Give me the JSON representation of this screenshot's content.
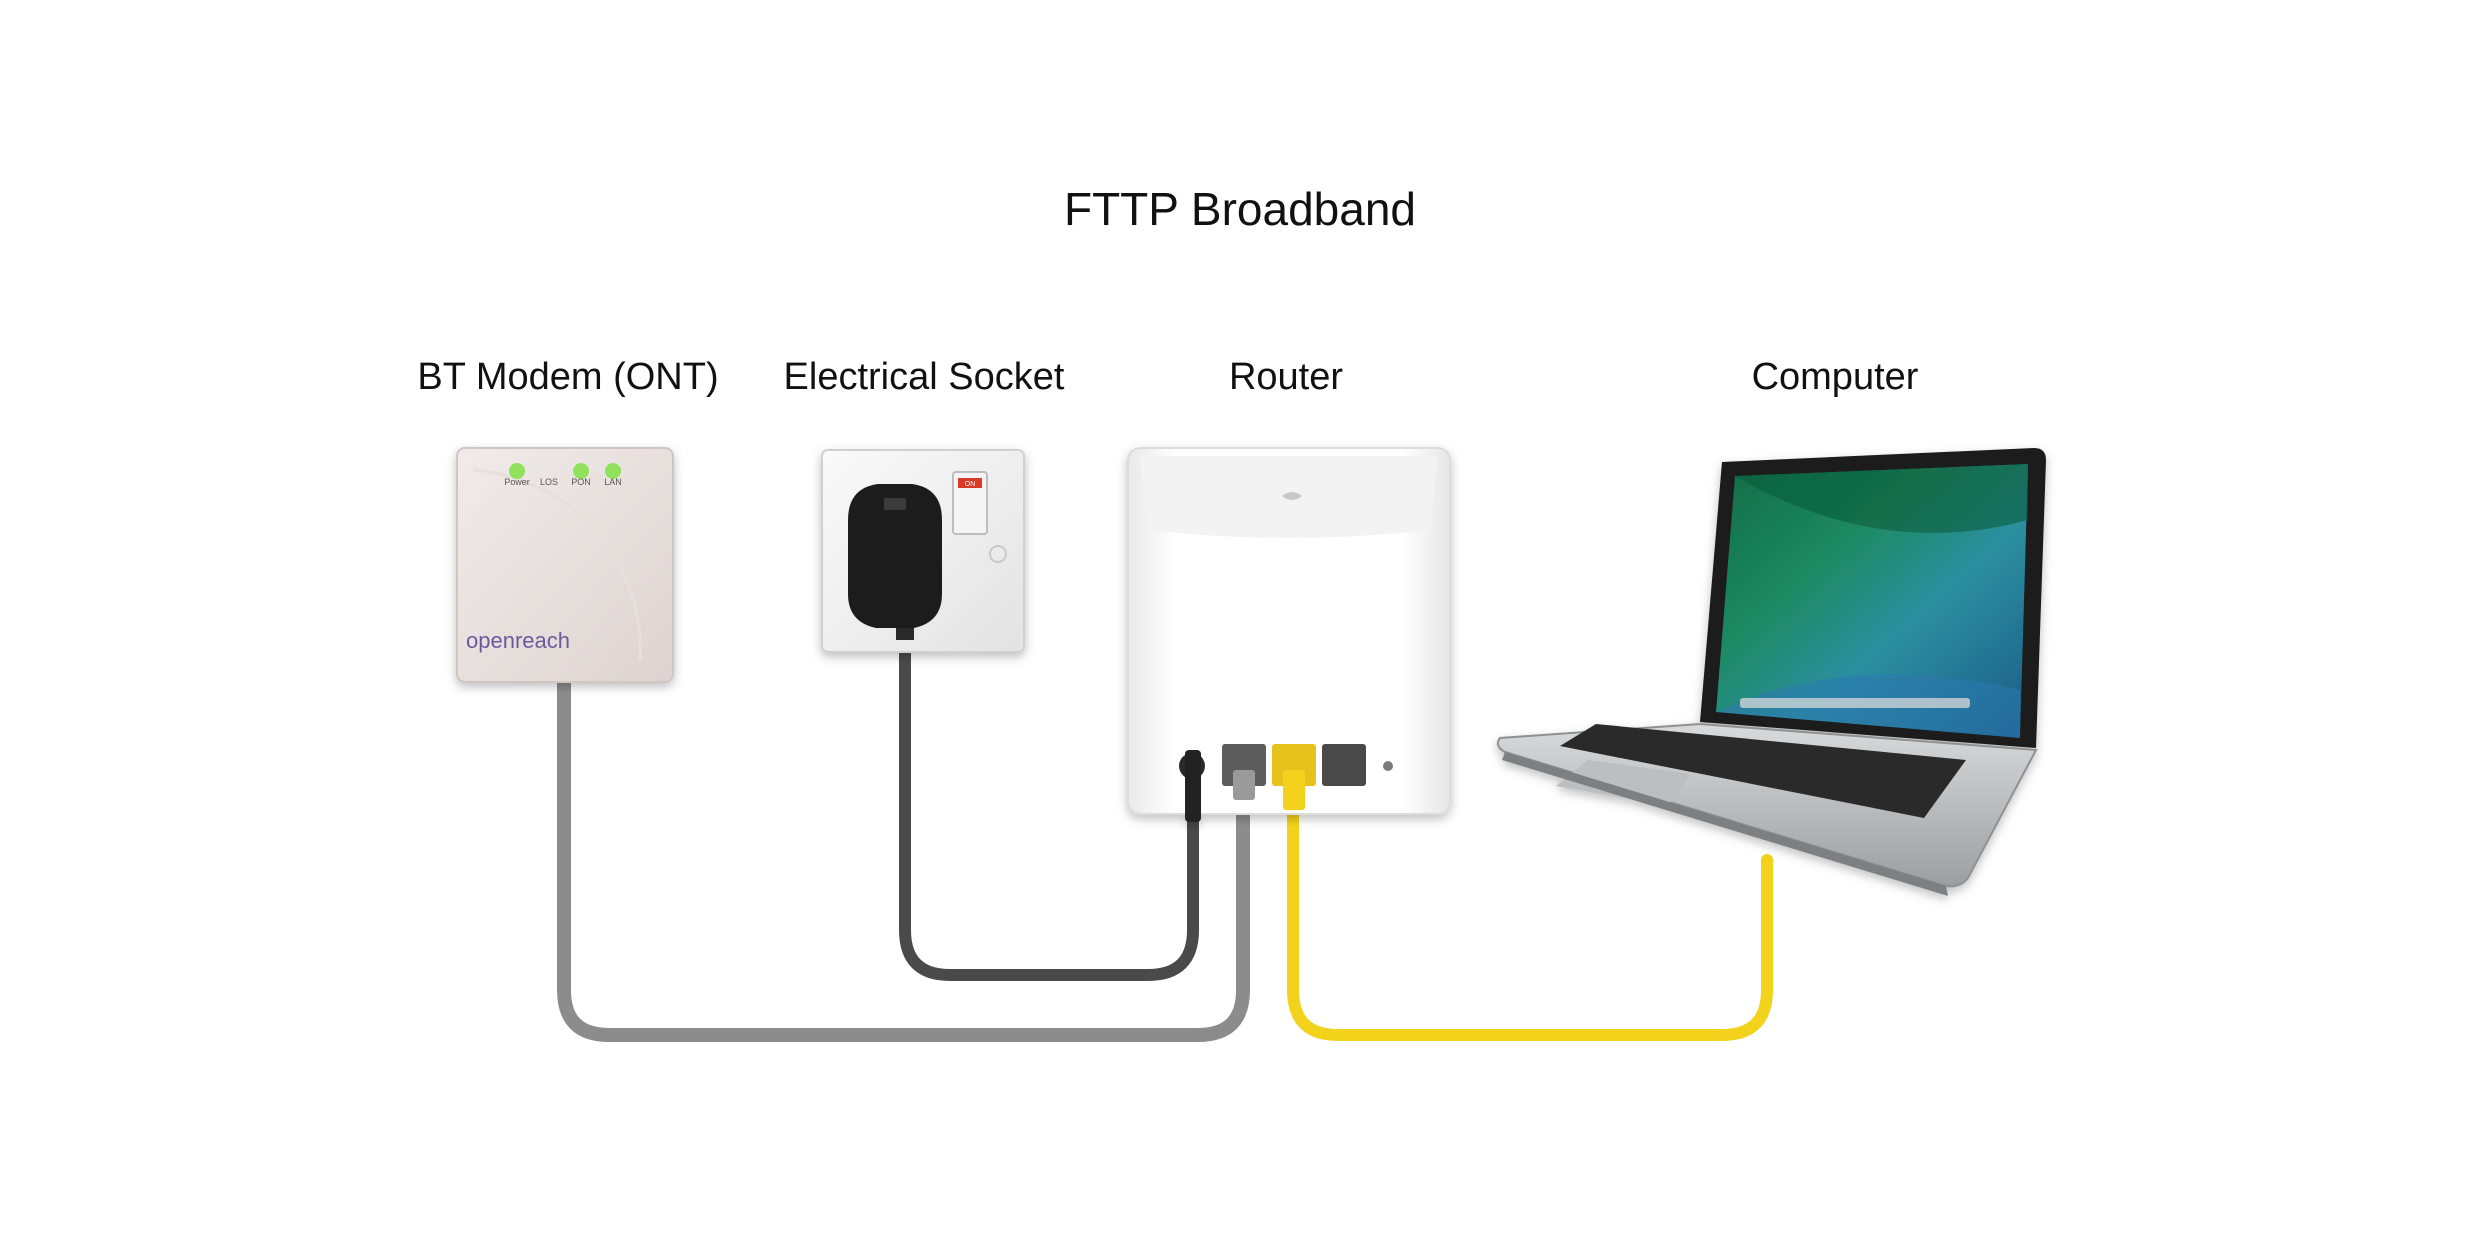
{
  "diagram": {
    "title": "FTTP Broadband",
    "labels": {
      "modem": "BT Modem (ONT)",
      "socket": "Electrical Socket",
      "router": "Router",
      "computer": "Computer"
    },
    "modem": {
      "brand": "openreach",
      "leds": [
        "Power",
        "LOS",
        "PON",
        "LAN"
      ],
      "led_color": "#8fe35a"
    },
    "socket": {
      "switch_text": "ON"
    },
    "cables": {
      "power": {
        "color": "#4a4a4a"
      },
      "fibre_ont_to_router": {
        "color": "#8c8c8c"
      },
      "ethernet_router_to_computer": {
        "color": "#f2d21b"
      }
    }
  }
}
